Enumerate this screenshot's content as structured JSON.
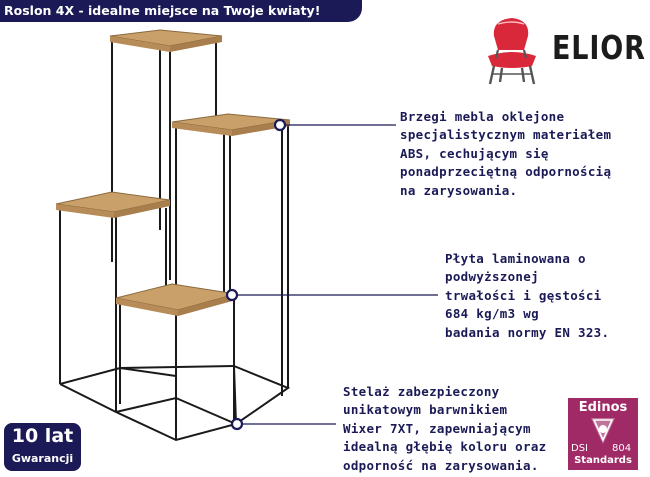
{
  "header": {
    "title": "Roslon 4X - idealne miejsce na Twoje kwiaty!"
  },
  "brand": {
    "name": "ELIOR"
  },
  "callouts": [
    {
      "lines": [
        "Brzegi mebla oklejone",
        "specjalistycznym materiałem",
        "ABS, cechującym się",
        "ponadprzeciętną odpornością",
        "na zarysowania."
      ]
    },
    {
      "lines": [
        "Płyta laminowana o",
        "podwyższonej",
        "trwałości i gęstości",
        "684 kg/m3 wg",
        "badania normy EN 323."
      ]
    },
    {
      "lines": [
        "Stelaż zabezpieczony",
        "unikatowym barwnikiem",
        "Wixer 7XT, zapewniającym",
        "idealną głębię koloru oraz",
        "odporność na zarysowania."
      ]
    }
  ],
  "warranty": {
    "years": "10 lat",
    "label": "Gwarancji"
  },
  "certificate": {
    "name": "Edinos",
    "dsi": "DSI",
    "number": "804",
    "standards": "Standards"
  },
  "colors": {
    "navy": "#1b1a56",
    "wood": "#c9a06a",
    "badge": "#9f2a66",
    "chair": "#d9283a"
  },
  "icons": {
    "chair": "chair-icon",
    "callout_dot": "callout-dot-icon",
    "cert_shield": "shield-icon"
  }
}
